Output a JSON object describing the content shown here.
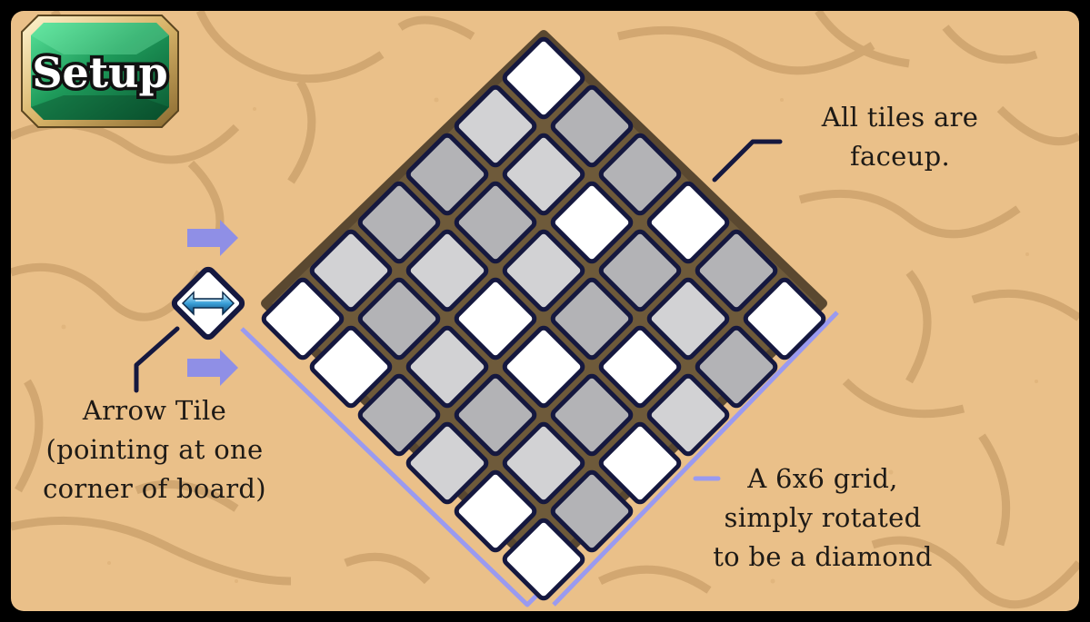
{
  "badge": {
    "title": "Setup"
  },
  "callouts": {
    "faceup": {
      "line1": "All tiles are",
      "line2": "faceup."
    },
    "arrow_tile": {
      "line1": "Arrow Tile",
      "line2": "(pointing at one",
      "line3": "corner of board)"
    },
    "grid": {
      "line1": "A 6x6 grid,",
      "line2": "simply rotated",
      "line3": "to be a diamond"
    }
  },
  "board": {
    "rows": 6,
    "cols": 6,
    "tile_states": [
      [
        "white",
        "gray",
        "gray",
        "white",
        "gray",
        "white"
      ],
      [
        "light",
        "light",
        "white",
        "gray",
        "light",
        "gray"
      ],
      [
        "gray",
        "gray",
        "light",
        "gray",
        "white",
        "light"
      ],
      [
        "gray",
        "light",
        "white",
        "white",
        "gray",
        "white"
      ],
      [
        "light",
        "gray",
        "light",
        "gray",
        "light",
        "gray"
      ],
      [
        "white",
        "white",
        "gray",
        "light",
        "white",
        "white"
      ]
    ]
  },
  "arrow_tile": {
    "icon": "double-arrow-icon",
    "direction": "pointing at left corner"
  },
  "colors": {
    "background": "#eac089",
    "stone_outline": "#c79d68",
    "tile_border": "#15183f",
    "tile_white": "#ffffff",
    "tile_light": "#d2d2d4",
    "tile_gray": "#b3b3b6",
    "bracket": "#9a9af0",
    "pointer_arrows": "#8f8fe6",
    "callout_line": "#15183f",
    "badge_gem": "#1e9a5a"
  }
}
